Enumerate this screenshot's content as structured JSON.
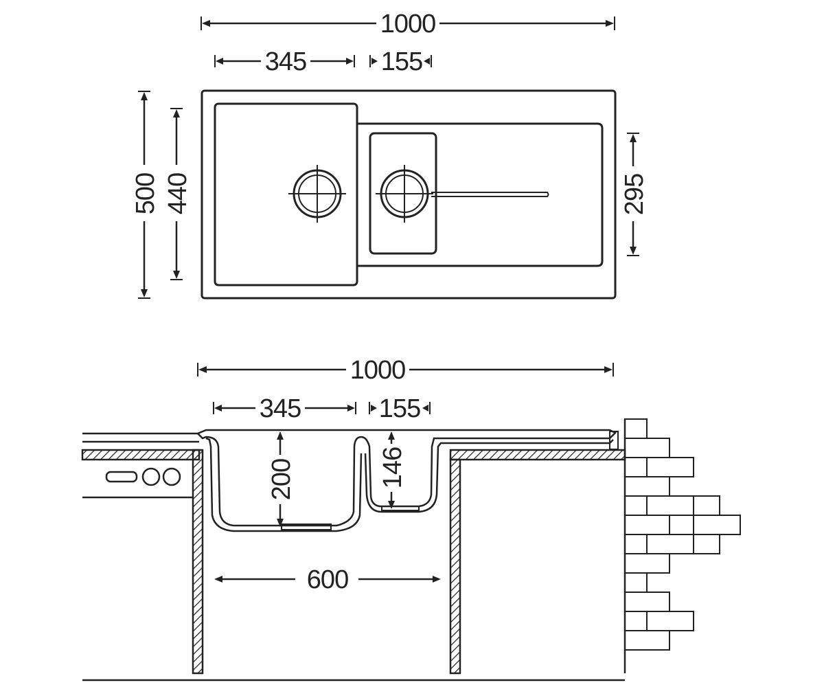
{
  "top_view": {
    "overall_width": "1000",
    "main_bowl_width": "345",
    "small_bowl_width": "155",
    "overall_depth": "500",
    "bowl_depth": "440",
    "small_bowl_depth": "295"
  },
  "section_view": {
    "overall_width": "1000",
    "main_bowl_width": "345",
    "small_bowl_width": "155",
    "main_bowl_height": "200",
    "small_bowl_height": "146",
    "cabinet_width": "600"
  }
}
